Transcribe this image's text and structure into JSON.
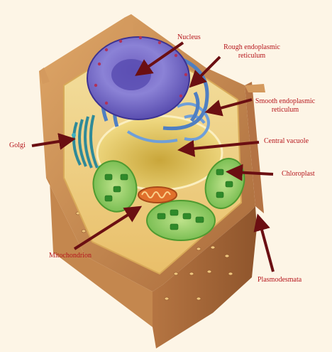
{
  "colors": {
    "background": "#fdf5e6",
    "label_text": "#b5151b",
    "arrow": "#6b0f12",
    "cell_wall": "#c98a4e",
    "nucleus": "#7e73c9",
    "er": "#5d8fcf",
    "golgi": "#3f9aa8",
    "vacuole": "#e4c35a",
    "chloroplast": "#3e9a2e",
    "mitochondrion": "#e0702c"
  },
  "labels": {
    "nucleus": "Nucleus",
    "rough_er": "Rough endoplasmic reticulum",
    "rough_er_l1": "Rough endoplasmic",
    "rough_er_l2": "reticulum",
    "smooth_er_l1": "Smooth endoplasmic",
    "smooth_er_l2": "reticulum",
    "golgi": "Golgi",
    "central_vacuole": "Central vacuole",
    "chloroplast": "Chloroplast",
    "mitochondrion": "Mitochondrion",
    "plasmodesmata": "Plasmodesmata"
  }
}
